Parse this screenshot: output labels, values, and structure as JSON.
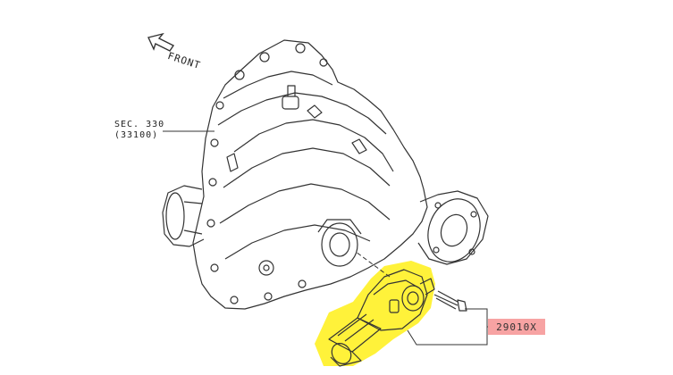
{
  "diagram": {
    "direction_label": "FRONT",
    "section_ref": {
      "line1": "SEC. 330",
      "line2": "(33100)"
    },
    "part_number": "29010X",
    "colors": {
      "line": "#333333",
      "highlight": "#fff23a",
      "part_box": "#f7a3a3"
    },
    "icons": [
      "front-arrow-icon",
      "transfer-case-drawing",
      "actuator-motor-drawing"
    ]
  }
}
